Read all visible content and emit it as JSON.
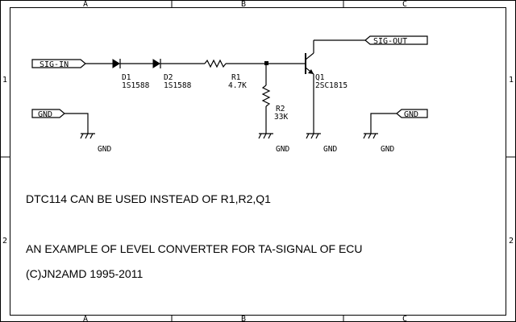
{
  "frame": {
    "columns": [
      "A",
      "B",
      "C"
    ],
    "rows": [
      "1",
      "2"
    ]
  },
  "ports": {
    "sig_in": "SIG-IN",
    "sig_out": "SIG-OUT",
    "gnd_left": "GND",
    "gnd_right": "GND"
  },
  "components": {
    "d1": {
      "ref": "D1",
      "value": "1S1588"
    },
    "d2": {
      "ref": "D2",
      "value": "1S1588"
    },
    "r1": {
      "ref": "R1",
      "value": "4.7K"
    },
    "r2": {
      "ref": "R2",
      "value": "33K"
    },
    "q1": {
      "ref": "Q1",
      "value": "2SC1815"
    }
  },
  "ground_labels": [
    "GND",
    "GND",
    "GND",
    "GND"
  ],
  "notes": {
    "line1": "DTC114 CAN BE USED INSTEAD OF R1,R2,Q1",
    "line2": "AN EXAMPLE OF LEVEL CONVERTER FOR TA-SIGNAL OF ECU",
    "line3": "(C)JN2AMD 1995-2011"
  }
}
